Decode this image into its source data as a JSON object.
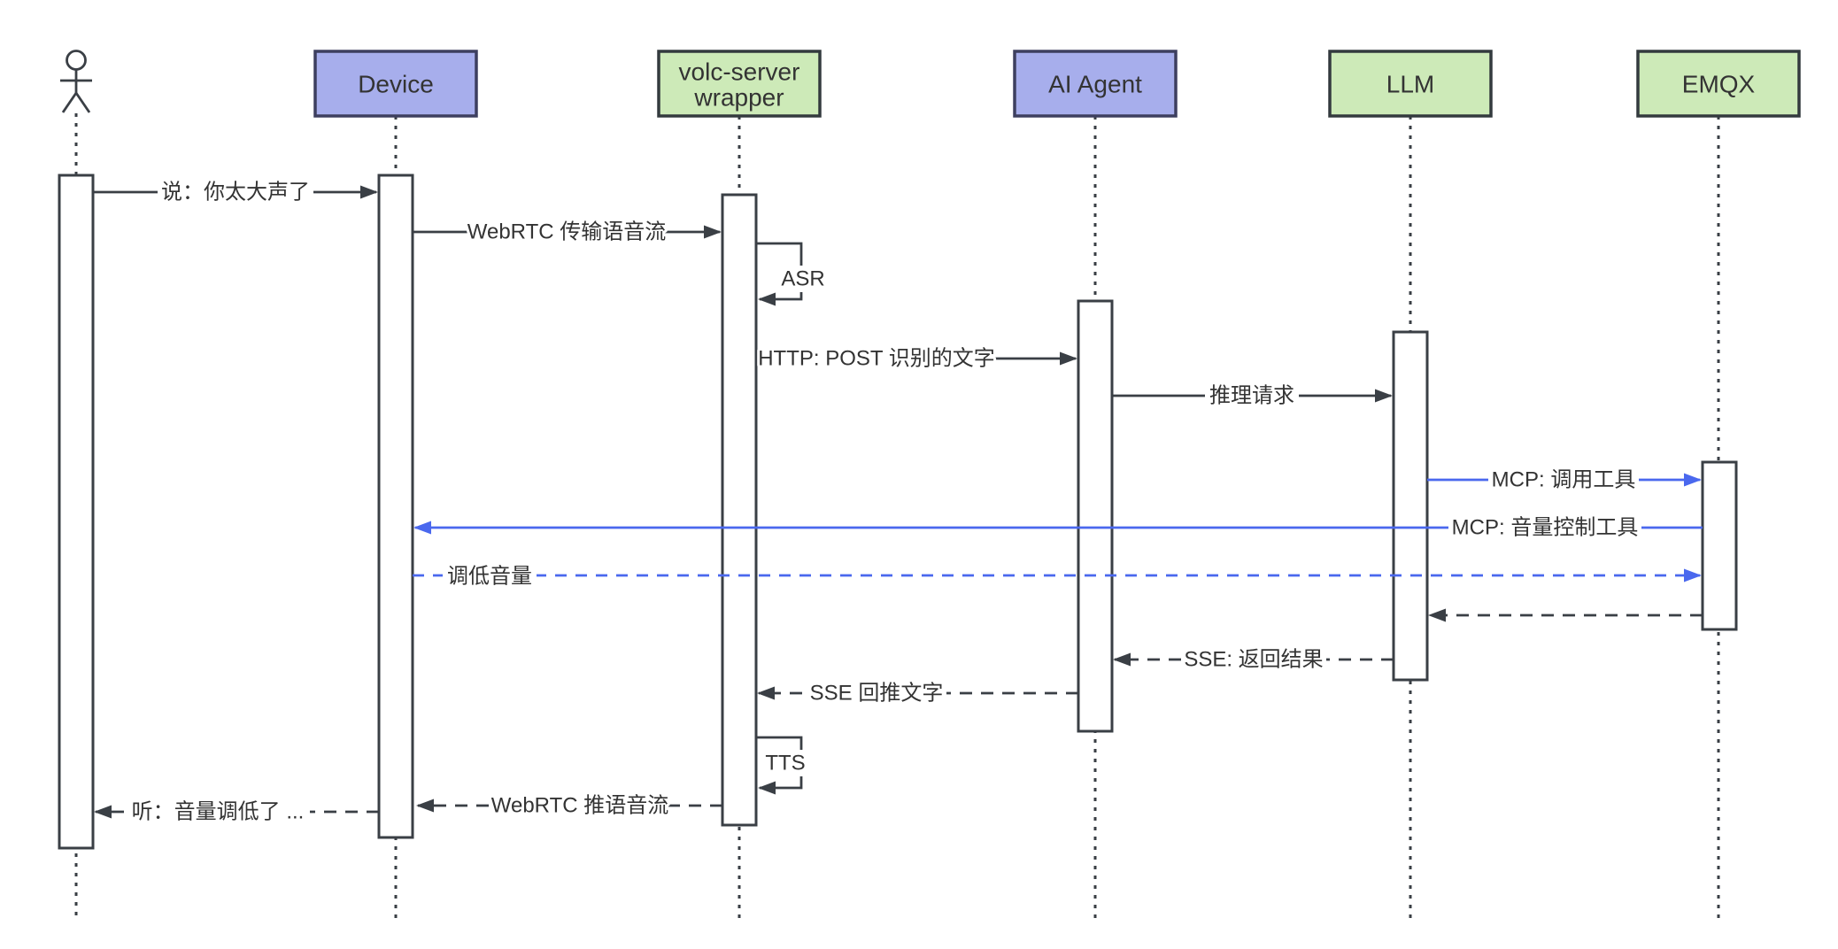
{
  "diagram": {
    "type": "sequence-diagram",
    "colors": {
      "background": "#ffffff",
      "participant_purple_fill": "#a7aeec",
      "participant_purple_border": "#3d3f5f",
      "participant_green_fill": "#cdeab8",
      "participant_green_border": "#333a3e",
      "line_dark": "#3a3f45",
      "accent_blue": "#4a68ee",
      "text": "#333333"
    },
    "participants": [
      {
        "id": "user",
        "type": "actor",
        "label": ""
      },
      {
        "id": "device",
        "type": "box",
        "label": "Device",
        "fill": "#a7aeec"
      },
      {
        "id": "volc-server-wrapper",
        "type": "box",
        "label_lines": [
          "volc-server",
          "wrapper"
        ],
        "fill": "#cdeab8"
      },
      {
        "id": "ai-agent",
        "type": "box",
        "label": "AI Agent",
        "fill": "#a7aeec"
      },
      {
        "id": "llm",
        "type": "box",
        "label": "LLM",
        "fill": "#cdeab8"
      },
      {
        "id": "emqx",
        "type": "box",
        "label": "EMQX",
        "fill": "#cdeab8"
      }
    ],
    "messages": [
      {
        "from": "user",
        "to": "device",
        "label": "说：你太大声了",
        "line": "solid",
        "color": "dark"
      },
      {
        "from": "device",
        "to": "volc-server-wrapper",
        "label": "WebRTC 传输语音流",
        "line": "solid",
        "color": "dark"
      },
      {
        "from": "volc-server-wrapper",
        "to": "volc-server-wrapper",
        "label": "ASR",
        "line": "solid",
        "color": "dark",
        "self": true
      },
      {
        "from": "volc-server-wrapper",
        "to": "ai-agent",
        "label": "HTTP: POST 识别的文字",
        "line": "solid",
        "color": "dark"
      },
      {
        "from": "ai-agent",
        "to": "llm",
        "label": "推理请求",
        "line": "solid",
        "color": "dark"
      },
      {
        "from": "llm",
        "to": "emqx",
        "label": "MCP: 调用工具",
        "line": "solid",
        "color": "blue"
      },
      {
        "from": "emqx",
        "to": "device",
        "label": "MCP: 音量控制工具",
        "line": "solid",
        "color": "blue"
      },
      {
        "from": "device",
        "to": "emqx",
        "label": "调低音量",
        "line": "dashed",
        "color": "blue"
      },
      {
        "from": "emqx",
        "to": "llm",
        "label": "",
        "line": "dashed",
        "color": "dark"
      },
      {
        "from": "llm",
        "to": "ai-agent",
        "label": "SSE: 返回结果",
        "line": "dashed",
        "color": "dark"
      },
      {
        "from": "ai-agent",
        "to": "volc-server-wrapper",
        "label": "SSE 回推文字",
        "line": "dashed",
        "color": "dark"
      },
      {
        "from": "volc-server-wrapper",
        "to": "volc-server-wrapper",
        "label": "TTS",
        "line": "solid",
        "color": "dark",
        "self": true
      },
      {
        "from": "volc-server-wrapper",
        "to": "device",
        "label": "WebRTC 推语音流",
        "line": "dashed",
        "color": "dark"
      },
      {
        "from": "device",
        "to": "user",
        "label": "听：音量调低了 ...",
        "line": "dashed",
        "color": "dark"
      }
    ]
  }
}
